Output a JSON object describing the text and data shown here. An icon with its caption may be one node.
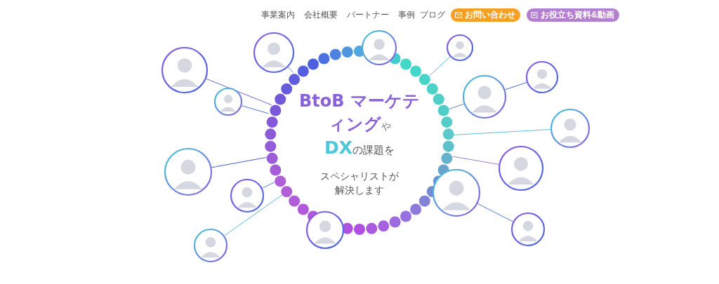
{
  "diagram": {
    "nodes": [
      {
        "text": [
          "**BtoB マーケティング**や",
          "**DX**の課題を",
          "スペシャリストが解決します"
        ]
      },
      {
        "text": [],
        "shape": "circle"
      },
      {
        "text": [],
        "shape": "circle"
      },
      {
        "text": [],
        "shape": "circle"
      },
      {
        "text": [],
        "shape": "circle"
      },
      {
        "text": [],
        "shape": "circle"
      },
      {
        "text": [],
        "shape": "circle"
      },
      {
        "text": [],
        "shape": "circle"
      },
      {
        "text": [],
        "shape": "circle"
      },
      {
        "text": [],
        "shape": "circle"
      },
      {
        "text": [],
        "shape": "circle"
      },
      {
        "text": [],
        "shape": "circle"
      },
      {
        "text": [],
        "shape": "circle"
      },
      {
        "text": [],
        "shape": "circle"
      },
      {
        "text": [],
        "shape": "circle"
      },
      {
        "text": [],
        "shape": "circle"
      }
    ],
    "edges": [
      {
        "from": 1,
        "to": 0,
        "arrow": "none"
      },
      {
        "from": 2,
        "to": 0,
        "arrow": "none"
      },
      {
        "from": 3,
        "to": 0,
        "arrow": "none"
      },
      {
        "from": 5,
        "to": 0,
        "arrow": "none"
      },
      {
        "from": 6,
        "to": 0,
        "arrow": "none"
      },
      {
        "from": 7,
        "to": 6,
        "arrow": "none"
      },
      {
        "from": 8,
        "to": 0,
        "arrow": "none"
      },
      {
        "from": 9,
        "to": 0,
        "arrow": "none"
      },
      {
        "from": 11,
        "to": 10,
        "arrow": "none"
      },
      {
        "from": 12,
        "to": 0,
        "arrow": "none"
      },
      {
        "from": 13,
        "to": 0,
        "arrow": "none"
      },
      {
        "from": 14,
        "to": 0,
        "arrow": "none"
      }
    ],
    "labels": [
      "事業案内",
      "会社概要",
      "パートナー",
      "事例",
      "ブログ",
      "お問い合わせ",
      "お役立ち資料&動画"
    ]
  }
}
